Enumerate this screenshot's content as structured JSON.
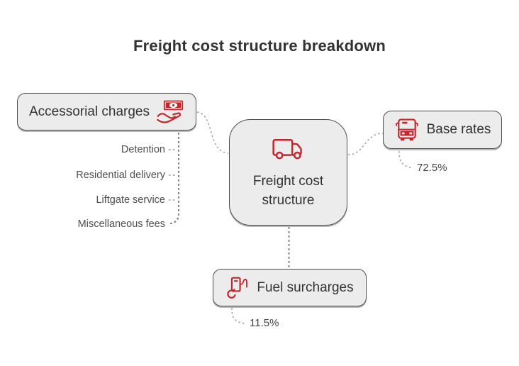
{
  "title": "Freight cost structure breakdown",
  "colors": {
    "accent_red": "#c5262c",
    "node_fill": "#ececec",
    "node_border": "#4d4d4d",
    "text_primary": "#333333",
    "text_secondary": "#4f4f4f",
    "connector_gray": "#999999"
  },
  "center_node": {
    "label": "Freight cost structure",
    "icon": "truck-icon"
  },
  "branches": {
    "accessorial": {
      "label": "Accessorial charges",
      "icon": "money-hand-icon",
      "children": [
        "Detention",
        "Residential delivery",
        "Liftgate service",
        "Miscellaneous fees"
      ]
    },
    "base_rates": {
      "label": "Base rates",
      "icon": "bus-icon",
      "value": "72.5%"
    },
    "fuel_surcharges": {
      "label": "Fuel surcharges",
      "icon": "fuel-pump-icon",
      "value": "11.5%"
    }
  }
}
